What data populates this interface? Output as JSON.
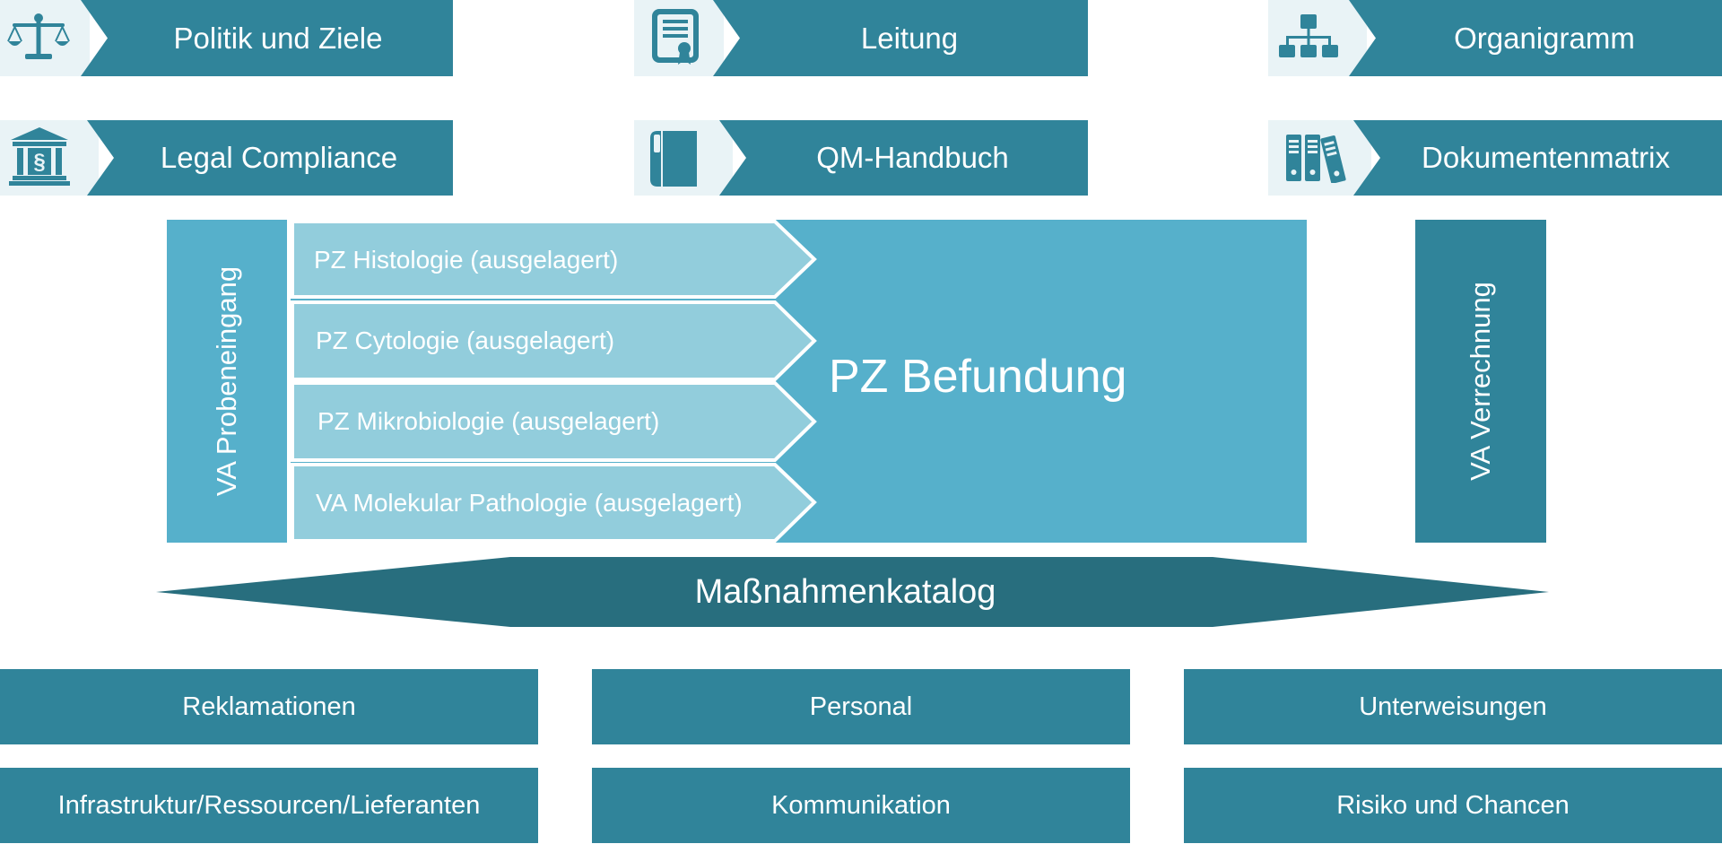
{
  "top_tiles": [
    {
      "label": "Politik und Ziele",
      "icon": "scales-icon"
    },
    {
      "label": "Leitung",
      "icon": "certificate-icon"
    },
    {
      "label": "Organigramm",
      "icon": "org-chart-icon"
    },
    {
      "label": "Legal Compliance",
      "icon": "court-building-icon"
    },
    {
      "label": "QM-Handbuch",
      "icon": "book-icon"
    },
    {
      "label": "Dokumentenmatrix",
      "icon": "binders-icon"
    }
  ],
  "process": {
    "left_label": "VA Probeneingang",
    "right_label": "VA Verrechnung",
    "main_label": "PZ Befundung",
    "steps": [
      "PZ Histologie (ausgelagert)",
      "PZ Cytologie (ausgelagert)",
      "PZ Mikrobiologie (ausgelagert)",
      "VA Molekular Pathologie (ausgelagert)"
    ]
  },
  "catalog_label": "Maßnahmenkatalog",
  "bottom_items": [
    "Reklamationen",
    "Personal",
    "Unterweisungen",
    "Infrastruktur/Ressourcen/Lieferanten",
    "Kommunikation",
    "Risiko und Chancen"
  ],
  "colors": {
    "band": "#30849a",
    "icon_bg": "#e9f3f6",
    "step_light": "#92cddc",
    "main_blue": "#56b0cb",
    "catalog": "#286e7e"
  }
}
